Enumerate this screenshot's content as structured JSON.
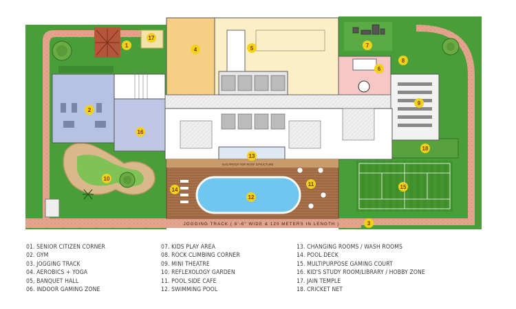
{
  "plan": {
    "jogging_track_label": "JOGGING TRACK   ( 6'-6\" WIDE & 120 METERS IN LENGTH )",
    "pool_deck_strip_label": "SUN PROOF FOR ROOF STRUCTURE",
    "markers": [
      {
        "num": "1"
      },
      {
        "num": "2"
      },
      {
        "num": "3"
      },
      {
        "num": "4"
      },
      {
        "num": "5"
      },
      {
        "num": "6"
      },
      {
        "num": "7"
      },
      {
        "num": "8"
      },
      {
        "num": "9"
      },
      {
        "num": "10"
      },
      {
        "num": "11"
      },
      {
        "num": "12"
      },
      {
        "num": "13"
      },
      {
        "num": "14"
      },
      {
        "num": "15"
      },
      {
        "num": "16"
      },
      {
        "num": "17"
      },
      {
        "num": "18"
      }
    ],
    "colors": {
      "lawn": "#4a9e3a",
      "lawn_dark": "#3e8a30",
      "track": "#e2a48c",
      "track_dots": "#c98a74",
      "aerobics": "#f6cf84",
      "banquet": "#fcefc6",
      "indoor_gaming": "#f7c7c5",
      "gym": "#b6c2e2",
      "study": "#bfc6e4",
      "pool_deck": "#b07950",
      "pool_water": "#6fc6ee",
      "court": "#3f8f2a",
      "marker_fill": "#f2d219",
      "marker_text": "#7a3a10",
      "legend_text": "#3a3a3a"
    }
  },
  "legend": {
    "col1": [
      "01. SENIOR CITIZEN CORNER",
      "02. GYM",
      "03. JOGGING TRACK",
      "04. AEROBICS + YOGA",
      "05, BANQUET HALL",
      "06. INDOOR GAMING ZONE"
    ],
    "col2": [
      "07. KIDS PLAY AREA",
      "08. ROCK CLIMBING CORNER",
      "09. MINI THEATRE",
      "10. REFLEXOLOGY GARDEN",
      "11. POOL SIDE CAFE",
      "12. SWIMMING POOL"
    ],
    "col3": [
      "13. CHANGING ROOMS / WASH ROOMS",
      "14. POOL DECK",
      "15. MULTIPURPOSE GAMING COURT",
      "16. KID'S STUDY ROOM/LIBRARY / HOBBY ZONE",
      "17. JAIN TEMPLE",
      "18. CRICKET NET"
    ]
  }
}
